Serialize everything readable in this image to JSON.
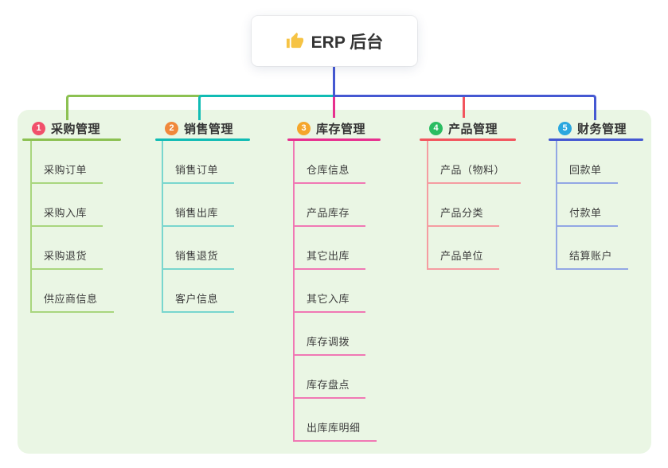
{
  "root": {
    "title": "ERP 后台",
    "icon": "thumbs-up-icon"
  },
  "branches": [
    {
      "num": "1",
      "label": "采购管理",
      "line_color": "#8CC152",
      "child_line_color": "#A9D67E",
      "badge_color": "#F1506B",
      "children": [
        "采购订单",
        "采购入库",
        "采购退货",
        "供应商信息"
      ]
    },
    {
      "num": "2",
      "label": "销售管理",
      "line_color": "#10BCB4",
      "child_line_color": "#79D6CE",
      "badge_color": "#F0883B",
      "children": [
        "销售订单",
        "销售出库",
        "销售退货",
        "客户信息"
      ]
    },
    {
      "num": "3",
      "label": "库存管理",
      "line_color": "#E7308F",
      "child_line_color": "#F078B4",
      "badge_color": "#F5A62B",
      "children": [
        "仓库信息",
        "产品库存",
        "其它出库",
        "其它入库",
        "库存调拨",
        "库存盘点",
        "出库库明细"
      ]
    },
    {
      "num": "4",
      "label": "产品管理",
      "line_color": "#F2555E",
      "child_line_color": "#F59CA1",
      "badge_color": "#2BBD62",
      "children": [
        "产品（物料）",
        "产品分类",
        "产品单位"
      ]
    },
    {
      "num": "5",
      "label": "财务管理",
      "line_color": "#4558D2",
      "child_line_color": "#92A7E4",
      "badge_color": "#2AA7DF",
      "children": [
        "回款单",
        "付款单",
        "结算账户"
      ]
    }
  ],
  "colors": {
    "panel_background": "#EAF6E4",
    "root_connector": "#4558D2",
    "root_icon": "#F6C344"
  }
}
